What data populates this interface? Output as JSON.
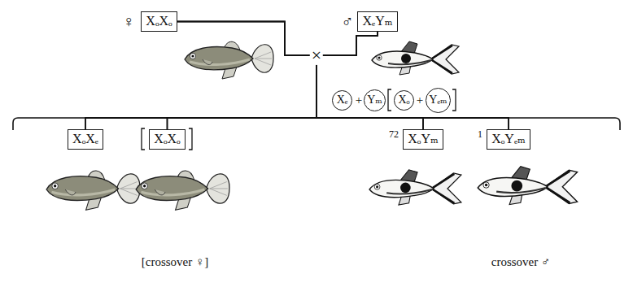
{
  "diagram": {
    "nodes": [
      {
        "text": [
          "XₒXₒ"
        ]
      },
      {
        "text": [
          "XₑYₘ"
        ]
      },
      {
        "text": [
          "Xₑ"
        ]
      },
      {
        "text": [
          "Yₘ"
        ]
      },
      {
        "text": [
          "Xₒ"
        ]
      },
      {
        "text": [
          "Yₑₘ"
        ]
      },
      {
        "text": [
          "XₒXₑ"
        ]
      },
      {
        "text": [
          "XₒXₒ"
        ]
      },
      {
        "text": [
          "XₒYₘ"
        ]
      },
      {
        "text": [
          "XₒYₑₘ"
        ]
      }
    ],
    "edges": [
      {
        "from": 0,
        "to": 6,
        "arrow": "none"
      },
      {
        "from": 0,
        "to": 7,
        "arrow": "none"
      },
      {
        "from": 0,
        "to": 8,
        "arrow": "none"
      },
      {
        "from": 0,
        "to": 9,
        "arrow": "none"
      },
      {
        "from": 1,
        "to": 6,
        "arrow": "none"
      },
      {
        "from": 1,
        "to": 7,
        "arrow": "none"
      },
      {
        "from": 1,
        "to": 8,
        "arrow": "none"
      },
      {
        "from": 1,
        "to": 9,
        "arrow": "none"
      }
    ],
    "labels": [
      "♀",
      "×",
      "♂",
      "+",
      "+",
      "72",
      "1",
      "[crossover ♀]",
      "crossover ♂"
    ]
  }
}
